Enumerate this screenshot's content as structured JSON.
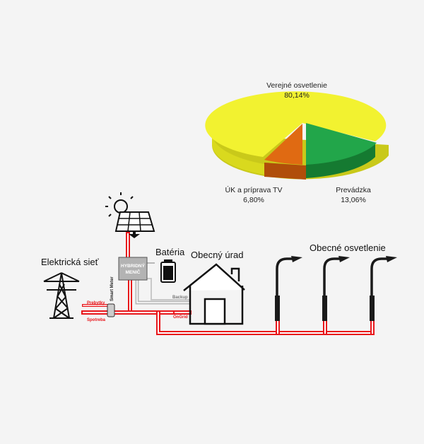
{
  "chart_data": {
    "type": "pie",
    "slices": [
      {
        "name": "Verejné osvetlenie",
        "value_label": "80,14%",
        "value": 80.14,
        "color": "#f2f230"
      },
      {
        "name": "ÚK a príprava TV",
        "value_label": "6,80%",
        "value": 6.8,
        "color": "#e06a12"
      },
      {
        "name": "Prevádzka",
        "value_label": "13,06%",
        "value": 13.06,
        "color": "#22a64a"
      }
    ]
  },
  "diagram": {
    "grid_label": "Elektrická sieť",
    "battery_label": "Batéria",
    "office_label": "Obecný úrad",
    "lighting_label": "Obecné osvetlenie",
    "inverter_line1": "HYBRIDNÝ",
    "inverter_line2": "MENIČ",
    "smart_meter_label": "Smart Meter",
    "prebytky_label": "Prebytky",
    "spotreba_label": "Spotreba",
    "backup_label": "Backup",
    "ongrid_label": "OnGrid"
  },
  "colors": {
    "power_line": "#e8161b",
    "backup_line": "#b8b8b8",
    "pole": "#1a1a1a"
  }
}
